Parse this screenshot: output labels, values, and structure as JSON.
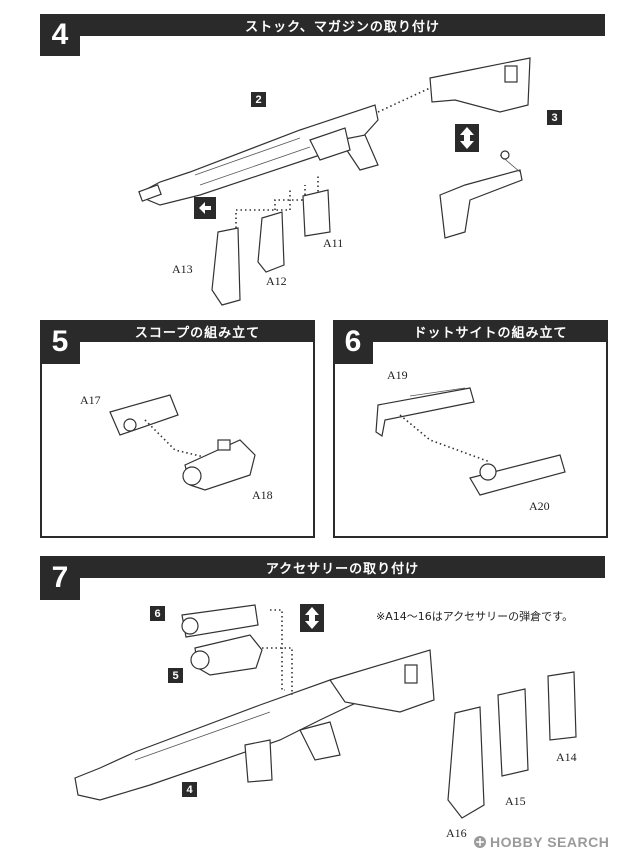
{
  "step4": {
    "number": "4",
    "title": "ストック、マガジンの取り付け"
  },
  "step5": {
    "number": "5",
    "title": "スコープの組み立て"
  },
  "step6": {
    "number": "6",
    "title": "ドットサイトの組み立て"
  },
  "step7": {
    "number": "7",
    "title": "アクセサリーの取り付け"
  },
  "step4_parts": {
    "ref2": "2",
    "ref3": "3",
    "a13": "A13",
    "a12": "A12",
    "a11": "A11"
  },
  "step5_parts": {
    "a17": "A17",
    "a18": "A18"
  },
  "step6_parts": {
    "a19": "A19",
    "a20": "A20"
  },
  "step7_parts": {
    "ref6": "6",
    "ref5": "5",
    "ref4": "4",
    "a14": "A14",
    "a15": "A15",
    "a16": "A16"
  },
  "note": "※A14〜16はアクセサリーの弾倉です。",
  "watermark": "HOBBY SEARCH"
}
